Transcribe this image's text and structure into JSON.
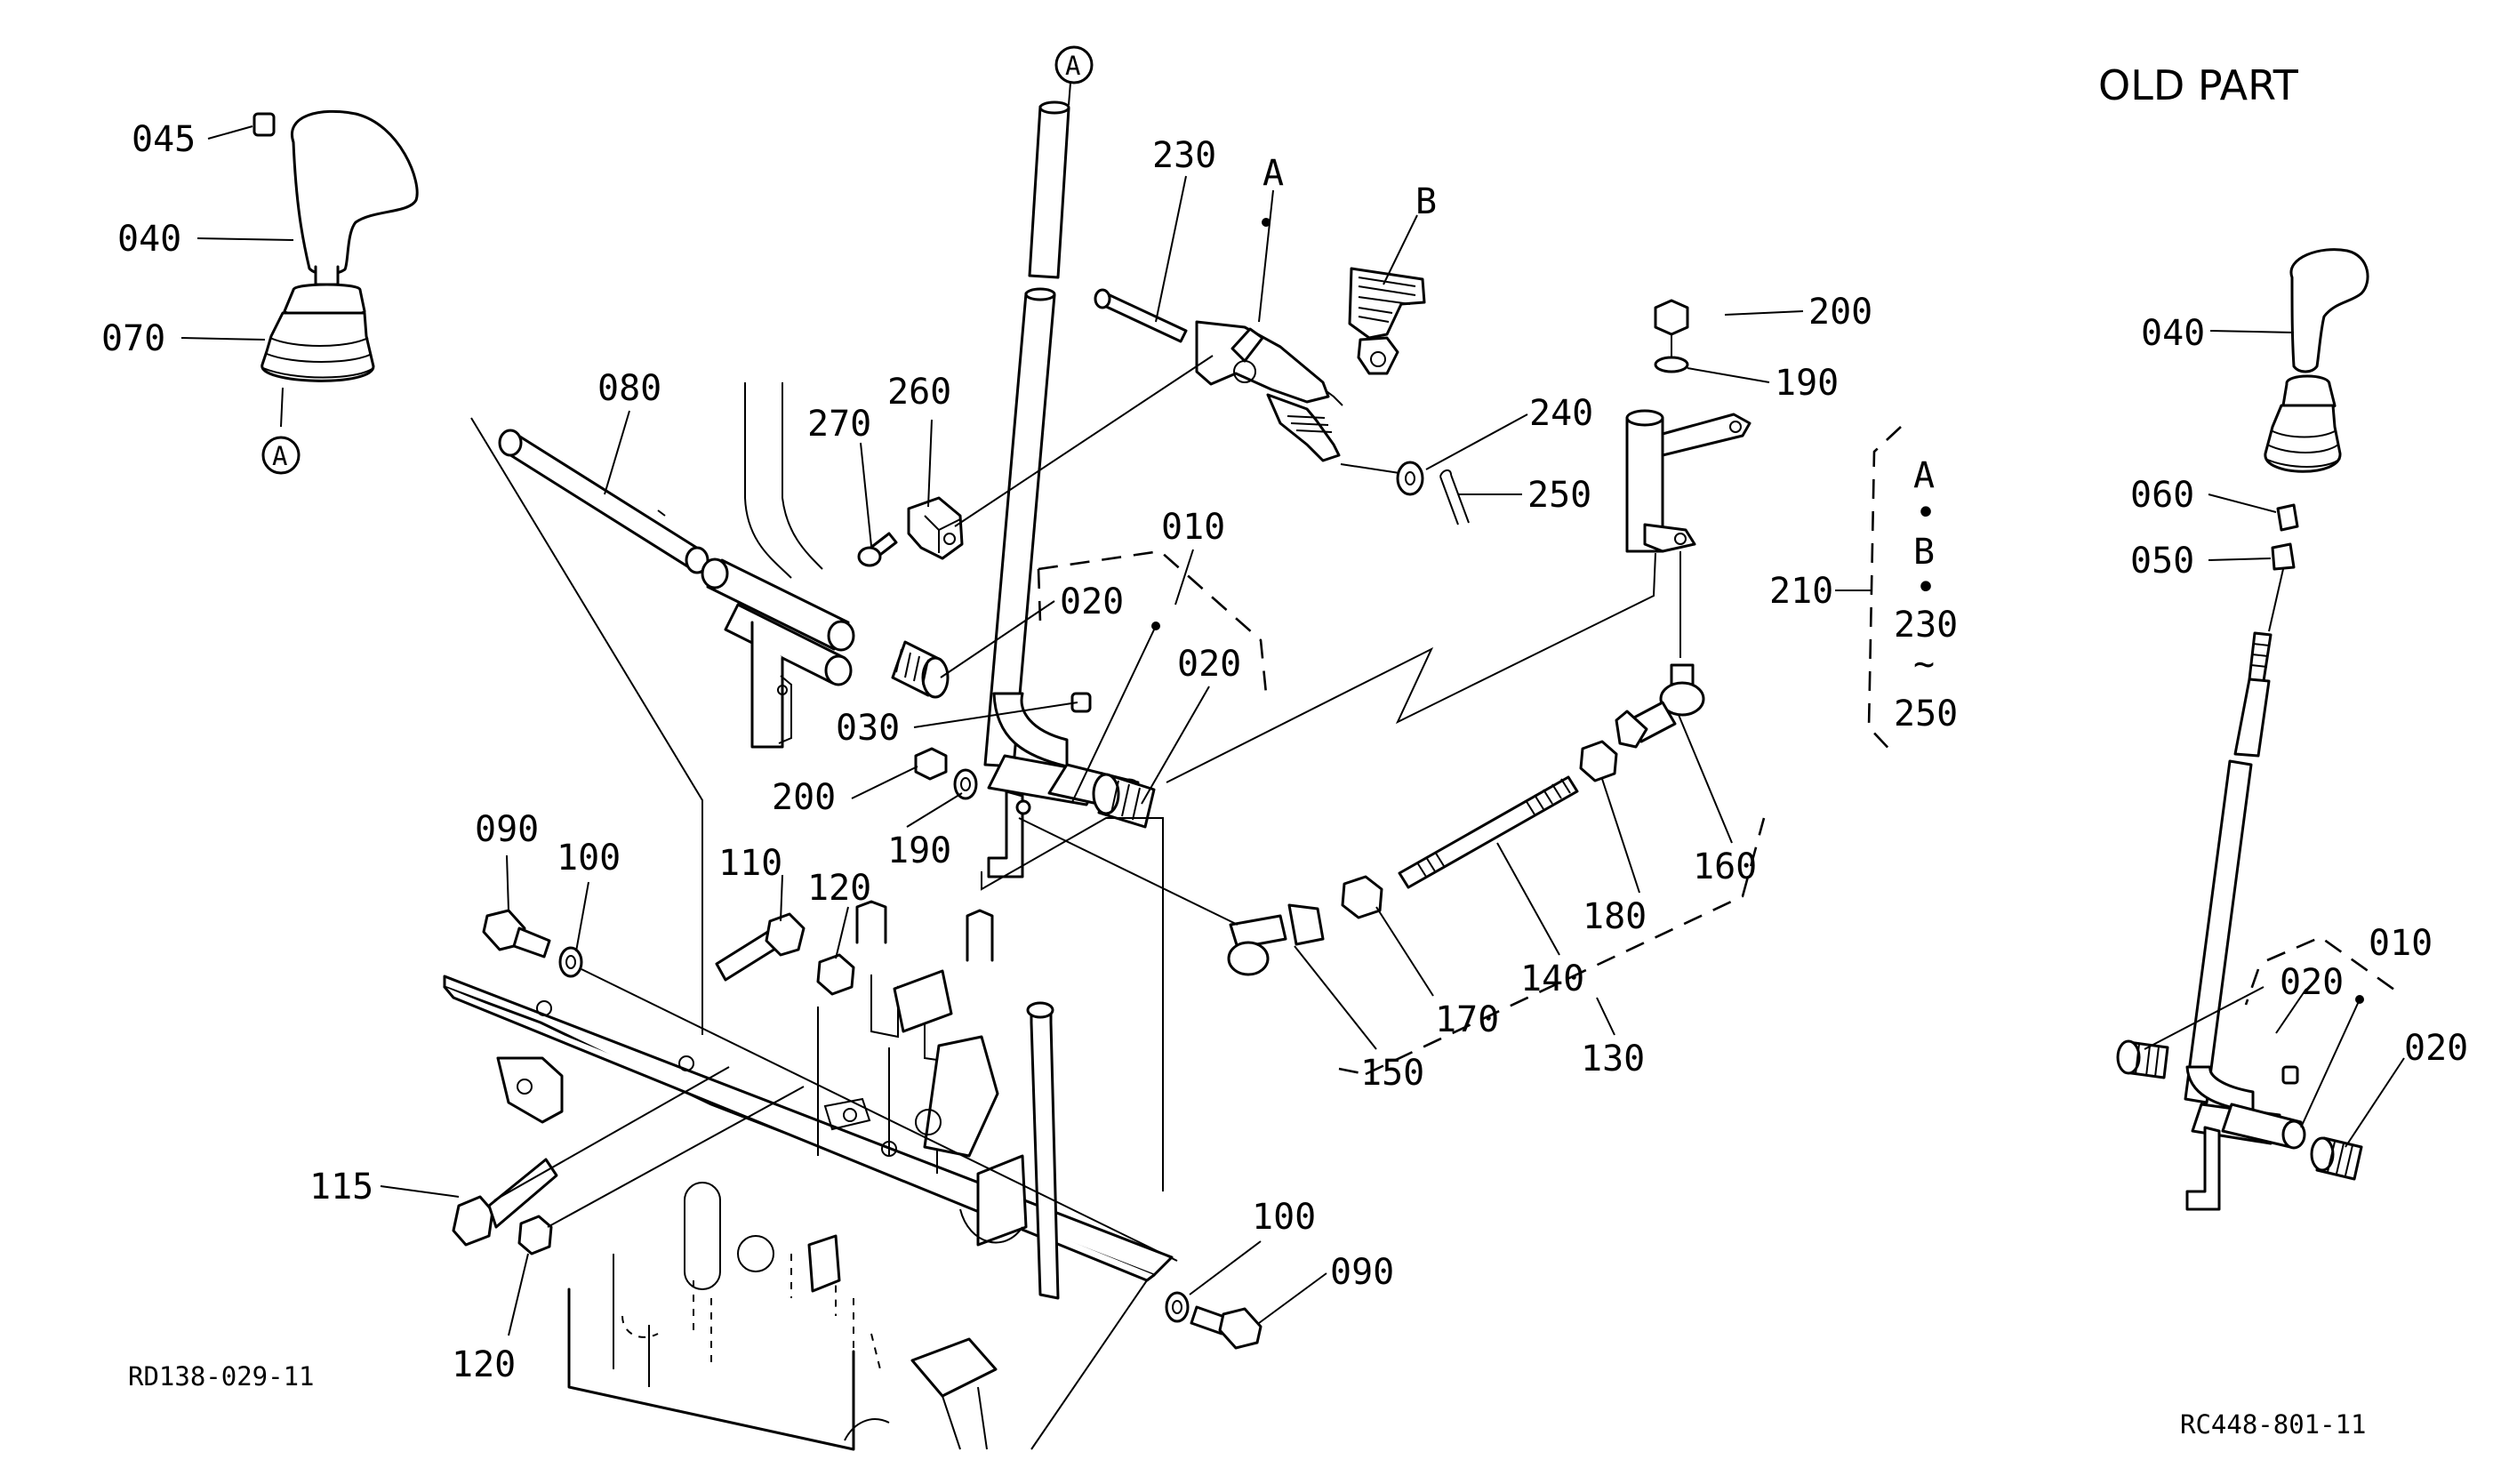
{
  "title": "OLD PART",
  "drawing_codes": {
    "left": "RD138-029-11",
    "right": "RC448-801-11"
  },
  "callout_marks": [
    "A",
    "A"
  ],
  "main_labels": {
    "p045": "045",
    "p040": "040",
    "p070": "070",
    "p080": "080",
    "p270": "270",
    "p260": "260",
    "p230": "230",
    "A": "A",
    "B": "B",
    "p200a": "200",
    "p190a": "190",
    "p240": "240",
    "p250": "250",
    "p010": "010",
    "p020a": "020",
    "p020b": "020",
    "p030": "030",
    "p200b": "200",
    "p190b": "190",
    "p210": "210",
    "p160": "160",
    "p180": "180",
    "p140": "140",
    "p170": "170",
    "p150": "150",
    "p130": "130",
    "p090a": "090",
    "p100a": "100",
    "p110": "110",
    "p120a": "120",
    "p115": "115",
    "p120b": "120",
    "p100b": "100",
    "p090b": "090"
  },
  "bracket_210": [
    "A",
    "•",
    "B",
    "•",
    "230",
    "~",
    "250"
  ],
  "old_part_labels": {
    "p040": "040",
    "p060": "060",
    "p050": "050",
    "p010": "010",
    "p020a": "020",
    "p020b": "020"
  }
}
